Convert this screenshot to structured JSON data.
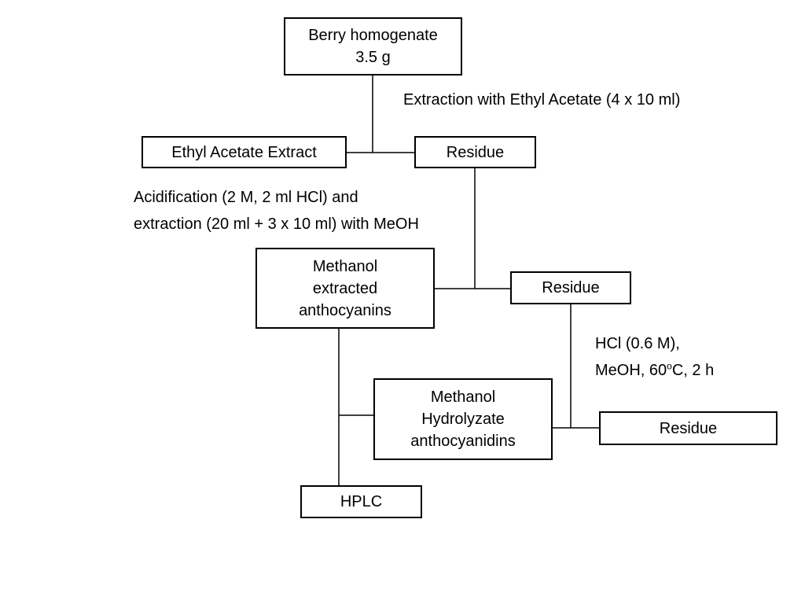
{
  "diagram": {
    "nodes": {
      "berry": {
        "lines": [
          "Berry homogenate",
          "3.5 g"
        ]
      },
      "ethyl_extract": {
        "lines": [
          "Ethyl Acetate Extract"
        ]
      },
      "residue1": {
        "lines": [
          "Residue"
        ]
      },
      "methanol_extracted": {
        "lines": [
          "Methanol",
          "extracted",
          "anthocyanins"
        ]
      },
      "residue2": {
        "lines": [
          "Residue"
        ]
      },
      "methanol_hydrolyzate": {
        "lines": [
          "Methanol",
          "Hydrolyzate",
          "anthocyanidins"
        ]
      },
      "residue3": {
        "lines": [
          "Residue"
        ]
      },
      "hplc": {
        "lines": [
          "HPLC"
        ]
      }
    },
    "annotations": {
      "extraction_ethyl": {
        "lines": [
          "Extraction with Ethyl Acetate (4 x 10 ml)"
        ]
      },
      "acidification": {
        "lines": [
          "Acidification (2 M, 2 ml HCl) and",
          "extraction (20 ml + 3 x 10 ml) with MeOH"
        ]
      },
      "hcl_line1": "HCl (0.6 M),",
      "hcl_line2_prefix": "MeOH, 60",
      "hcl_line2_sup": "o",
      "hcl_line2_suffix": "C, 2 h"
    },
    "colors": {
      "stroke": "#000000",
      "background": "#ffffff"
    }
  }
}
